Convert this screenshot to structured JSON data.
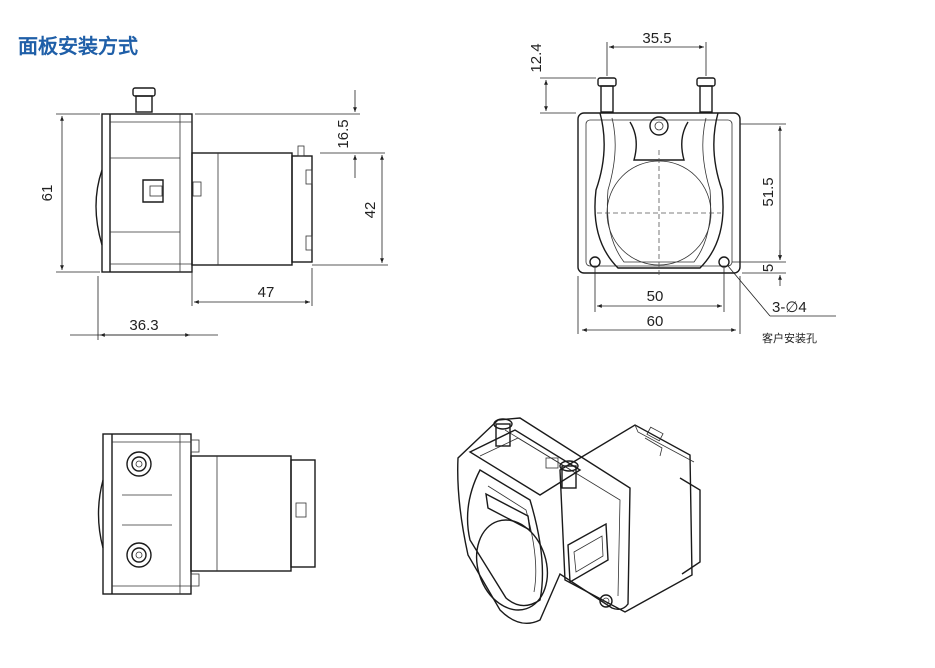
{
  "title": "面板安装方式",
  "dimensions": {
    "side_height": "61",
    "side_top_offset": "16.5",
    "motor_height": "42",
    "motor_length": "47",
    "head_length": "36.3",
    "front_top": "12.4",
    "port_spacing": "35.5",
    "hole_height": "51.5",
    "hole_bottom": "5",
    "hole_spacing": "50",
    "width": "60",
    "hole_callout": "3-∅4",
    "hole_note": "客户安装孔"
  },
  "colors": {
    "title": "#1f5fa8",
    "line": "#1a1a1a"
  }
}
